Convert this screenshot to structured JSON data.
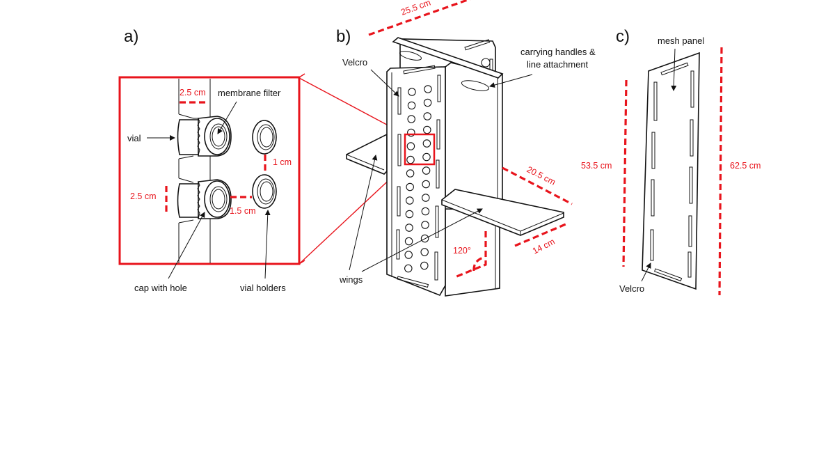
{
  "colors": {
    "accent_red": "#e8141c",
    "ink": "#111111",
    "background": "#ffffff"
  },
  "panels": {
    "a": {
      "label": "a)",
      "callouts": {
        "vial": "vial",
        "membrane_filter": "membrane filter",
        "cap_with_hole": "cap with hole",
        "vial_holders": "vial holders"
      },
      "dimensions": {
        "top_width": "2.5 cm",
        "vial_height": "2.5 cm",
        "holder_gap": "1 cm",
        "holder_offset": "1.5 cm"
      }
    },
    "b": {
      "label": "b)",
      "callouts": {
        "velcro": "Velcro",
        "handles_line1": "carrying handles &",
        "handles_line2": "line attachment",
        "wings": "wings"
      },
      "dimensions": {
        "top_width": "25.5 cm",
        "wing_length": "20.5 cm",
        "wing_width": "14 cm",
        "angle": "120°"
      }
    },
    "c": {
      "label": "c)",
      "callouts": {
        "mesh_panel": "mesh panel",
        "velcro": "Velcro"
      },
      "dimensions": {
        "inner_height": "53.5 cm",
        "outer_height": "62.5 cm"
      }
    }
  }
}
